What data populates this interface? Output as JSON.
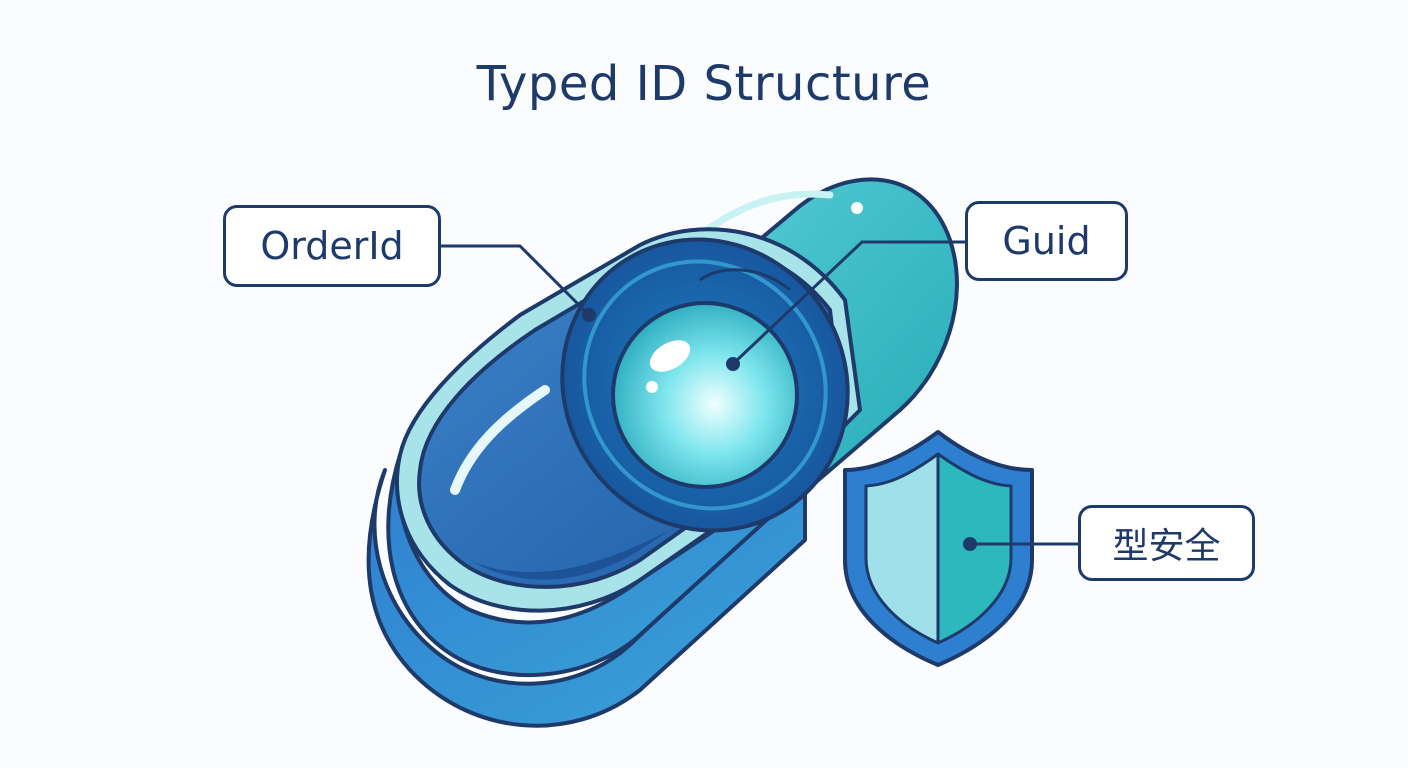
{
  "title": "Typed ID Structure",
  "labels": {
    "wrapper": "OrderId",
    "inner": "Guid",
    "safety": "型安全"
  },
  "icons": {
    "capsule": "capsule-icon",
    "sphere": "sphere-icon",
    "shield": "shield-icon"
  },
  "colors": {
    "outline": "#1e3a6a",
    "capsule_teal": "#2bb8c0",
    "capsule_blue": "#2f7fd0",
    "rim_light": "#a9e3ea",
    "sphere_core": "#7fe6ee",
    "shield_light": "#9fe0ea",
    "shield_teal": "#2cb8bd",
    "background": "#fbfcfd"
  }
}
